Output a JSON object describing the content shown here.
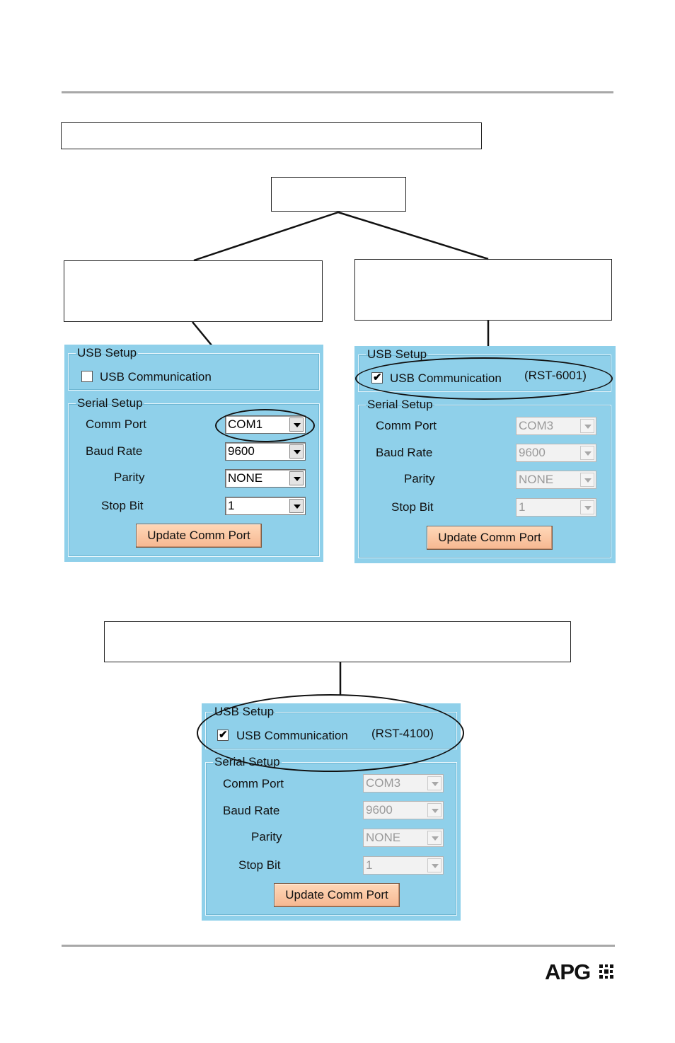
{
  "panels": [
    {
      "usb_group": "USB Setup",
      "usb_label": "USB Communication",
      "usb_checked": false,
      "model": "",
      "serial_group": "Serial Setup",
      "comm_port_label": "Comm Port",
      "comm_port_value": "COM1",
      "baud_label": "Baud Rate",
      "baud_value": "9600",
      "parity_label": "Parity",
      "parity_value": "NONE",
      "stop_label": "Stop Bit",
      "stop_value": "1",
      "button": "Update Comm Port",
      "disabled": false
    },
    {
      "usb_group": "USB Setup",
      "usb_label": "USB Communication",
      "usb_checked": true,
      "model": "(RST-6001)",
      "serial_group": "Serial Setup",
      "comm_port_label": "Comm Port",
      "comm_port_value": "COM3",
      "baud_label": "Baud Rate",
      "baud_value": "9600",
      "parity_label": "Parity",
      "parity_value": "NONE",
      "stop_label": "Stop Bit",
      "stop_value": "1",
      "button": "Update Comm Port",
      "disabled": true
    },
    {
      "usb_group": "USB Setup",
      "usb_label": "USB Communication",
      "usb_checked": true,
      "model": "(RST-4100)",
      "serial_group": "Serial Setup",
      "comm_port_label": "Comm Port",
      "comm_port_value": "COM3",
      "baud_label": "Baud Rate",
      "baud_value": "9600",
      "parity_label": "Parity",
      "parity_value": "NONE",
      "stop_label": "Stop Bit",
      "stop_value": "1",
      "button": "Update Comm Port",
      "disabled": true
    }
  ],
  "logo": "APG",
  "colors": {
    "panel": "#8fd0ea",
    "button": "#f6b891",
    "rule": "#a8a8a8"
  }
}
